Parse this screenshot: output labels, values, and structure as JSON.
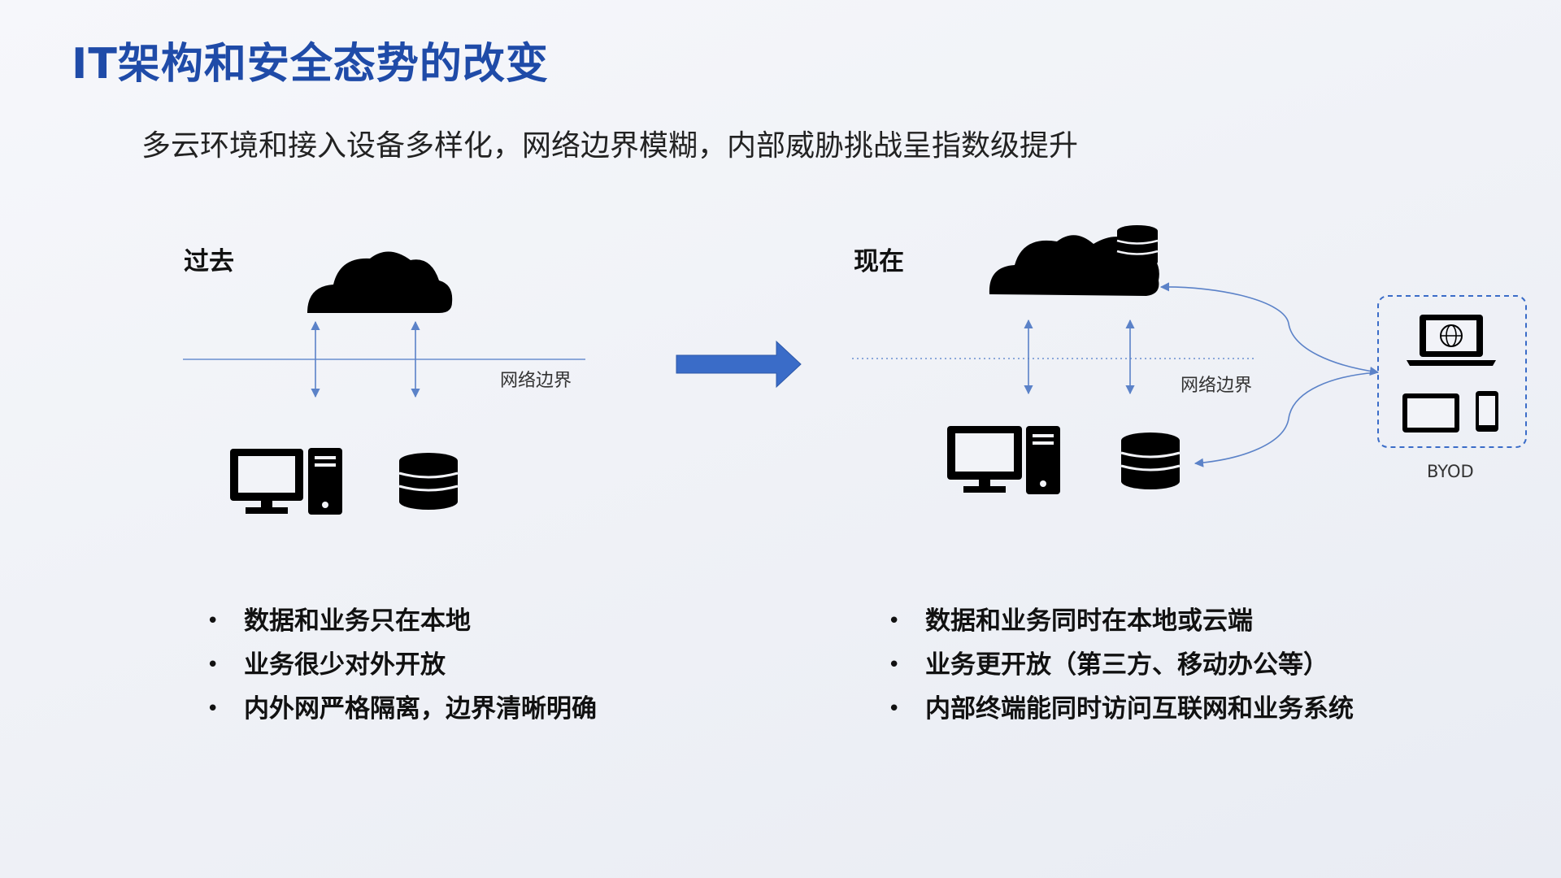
{
  "title": "IT架构和安全态势的改变",
  "subtitle": "多云环境和接入设备多样化，网络边界模糊，内部威胁挑战呈指数级提升",
  "past": {
    "label": "过去",
    "boundary_label": "网络边界",
    "bullets": [
      "数据和业务只在本地",
      "业务很少对外开放",
      "内外网严格隔离，边界清晰明确"
    ]
  },
  "present": {
    "label": "现在",
    "boundary_label": "网络边界",
    "byod_label": "BYOD",
    "bullets": [
      "数据和业务同时在本地或云端",
      "业务更开放（第三方、移动办公等）",
      "内部终端能同时访问互联网和业务系统"
    ]
  },
  "colors": {
    "title": "#1f4ba8",
    "arrow": "#3a6cc8",
    "boundary": "#6b8fd0",
    "connector": "#5b82c8"
  }
}
